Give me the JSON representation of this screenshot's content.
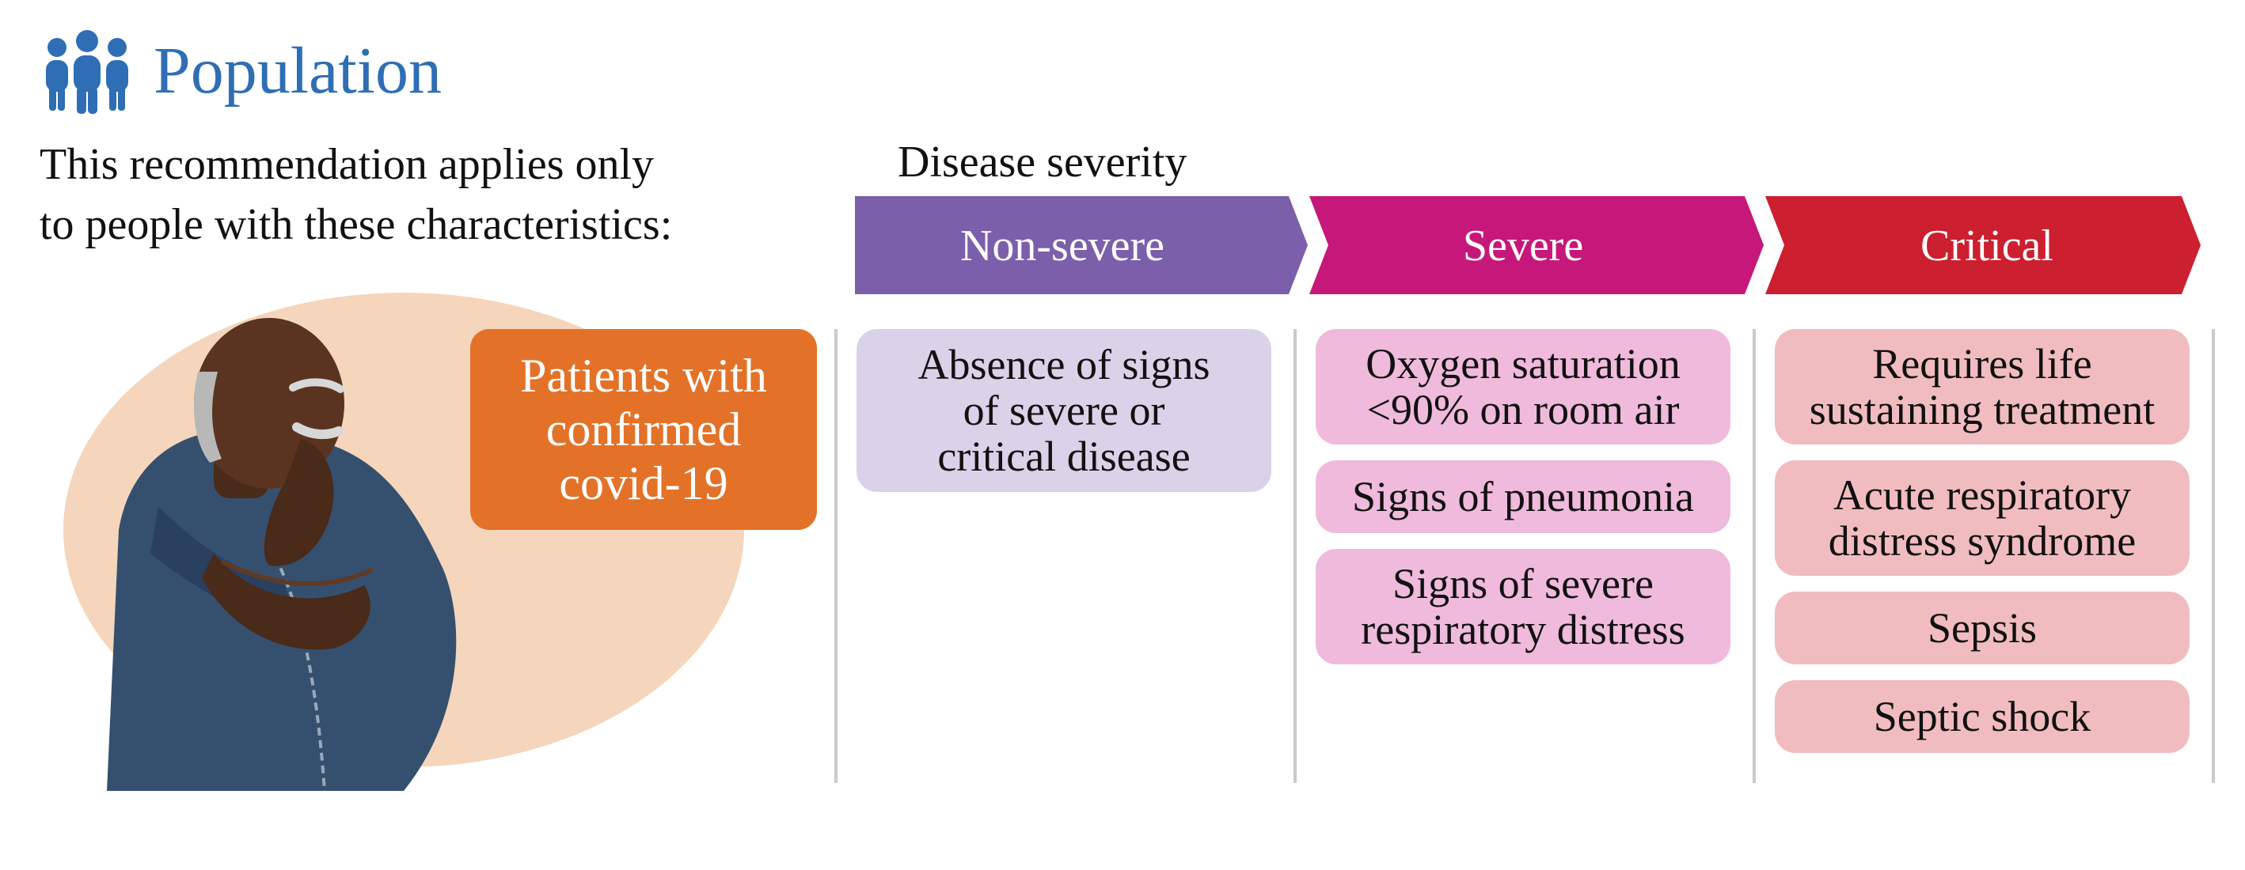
{
  "header": {
    "title": "Population",
    "icon": "people-group-icon"
  },
  "intro": {
    "lines": [
      "This recommendation applies only",
      "to people with these characteristics:"
    ]
  },
  "population": {
    "lines": [
      "Patients with",
      "confirmed",
      "covid-19"
    ],
    "color": "#e37228"
  },
  "illustration": {
    "icon": "coughing-patient-illustration"
  },
  "severity": {
    "label": "Disease severity",
    "categories": [
      {
        "label": "Non-severe",
        "color": "#7b5fab",
        "card_color": "#d9d2e8",
        "cards": [
          {
            "lines": [
              "Absence of signs",
              "of severe or",
              "critical disease"
            ]
          }
        ]
      },
      {
        "label": "Severe",
        "color": "#c6187a",
        "card_color": "#efbadb",
        "cards": [
          {
            "lines": [
              "Oxygen saturation",
              "<90% on room air"
            ]
          },
          {
            "lines": [
              "Signs of pneumonia"
            ]
          },
          {
            "lines": [
              "Signs of severe",
              "respiratory distress"
            ]
          }
        ]
      },
      {
        "label": "Critical",
        "color": "#cc1f2f",
        "card_color": "#f1bcc0",
        "cards": [
          {
            "lines": [
              "Requires life",
              "sustaining treatment"
            ]
          },
          {
            "lines": [
              "Acute respiratory",
              "distress syndrome"
            ]
          },
          {
            "lines": [
              "Sepsis"
            ]
          },
          {
            "lines": [
              "Septic shock"
            ]
          }
        ]
      }
    ]
  }
}
